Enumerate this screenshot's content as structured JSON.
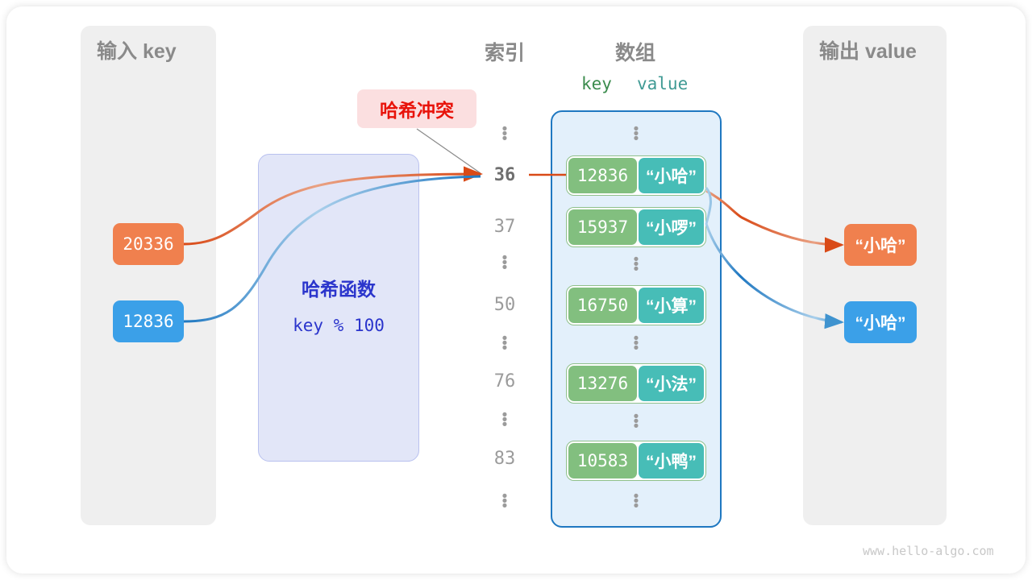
{
  "diagram": {
    "title_input": "输入 key",
    "title_output": "输出 value",
    "title_index": "索引",
    "title_array": "数组",
    "kv_header_key": "key",
    "kv_header_value": "value",
    "collision_label": "哈希冲突",
    "watermark": "www.hello-algo.com"
  },
  "hash_function": {
    "name": "哈希函数",
    "expression": "key % 100"
  },
  "inputs": [
    {
      "key": "20336",
      "color": "#f0804e"
    },
    {
      "key": "12836",
      "color": "#3ba0e8"
    }
  ],
  "outputs": [
    {
      "value": "“小哈”",
      "color": "#f0804e"
    },
    {
      "value": "“小哈”",
      "color": "#3ba0e8"
    }
  ],
  "index_column": [
    {
      "type": "dots"
    },
    {
      "type": "index",
      "label": "36",
      "active": true
    },
    {
      "type": "index",
      "label": "37",
      "active": false
    },
    {
      "type": "dots"
    },
    {
      "type": "index",
      "label": "50",
      "active": false
    },
    {
      "type": "dots"
    },
    {
      "type": "index",
      "label": "76",
      "active": false
    },
    {
      "type": "dots"
    },
    {
      "type": "index",
      "label": "83",
      "active": false
    },
    {
      "type": "dots"
    }
  ],
  "buckets": [
    {
      "key": "12836",
      "value": "“小哈”"
    },
    {
      "key": "15937",
      "value": "“小啰”"
    },
    {
      "key": "16750",
      "value": "“小算”"
    },
    {
      "key": "13276",
      "value": "“小法”"
    },
    {
      "key": "10583",
      "value": "“小鸭”"
    }
  ],
  "colors": {
    "orange": "#f0804e",
    "orange_arrow": "#d94a17",
    "blue": "#3ba0e8",
    "blue_arrow": "#1f78c1",
    "bucket_key": "#82bf7f",
    "bucket_value": "#47bdb7",
    "array_fill": "#e3f0fb",
    "array_border": "#1f78c1",
    "hash_box_fill": "#e2e6f8",
    "hash_box_text": "#2b35cc",
    "panel_gray": "#efefef",
    "collision_red": "#e8130a",
    "collision_bg": "#fbdfe0"
  }
}
